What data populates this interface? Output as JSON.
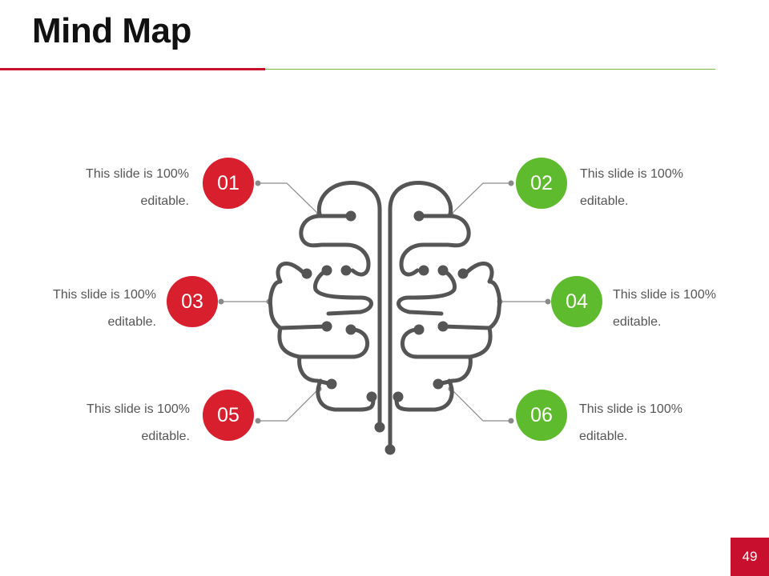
{
  "slide": {
    "title": "Mind Map",
    "page_number": "49"
  },
  "nodes": [
    {
      "number": "01",
      "line1": "This slide is 100%",
      "line2": "editable."
    },
    {
      "number": "02",
      "line1": "This slide is 100%",
      "line2": "editable."
    },
    {
      "number": "03",
      "line1": "This slide is 100%",
      "line2": "editable."
    },
    {
      "number": "04",
      "line1": "This slide is 100%",
      "line2": "editable."
    },
    {
      "number": "05",
      "line1": "This slide is 100%",
      "line2": "editable."
    },
    {
      "number": "06",
      "line1": "This slide is 100%",
      "line2": "editable."
    }
  ],
  "colors": {
    "accent_red": "#d81f2e",
    "accent_green": "#5fbb2e",
    "brain_stroke": "#555555",
    "connector": "#8a8a8a"
  }
}
